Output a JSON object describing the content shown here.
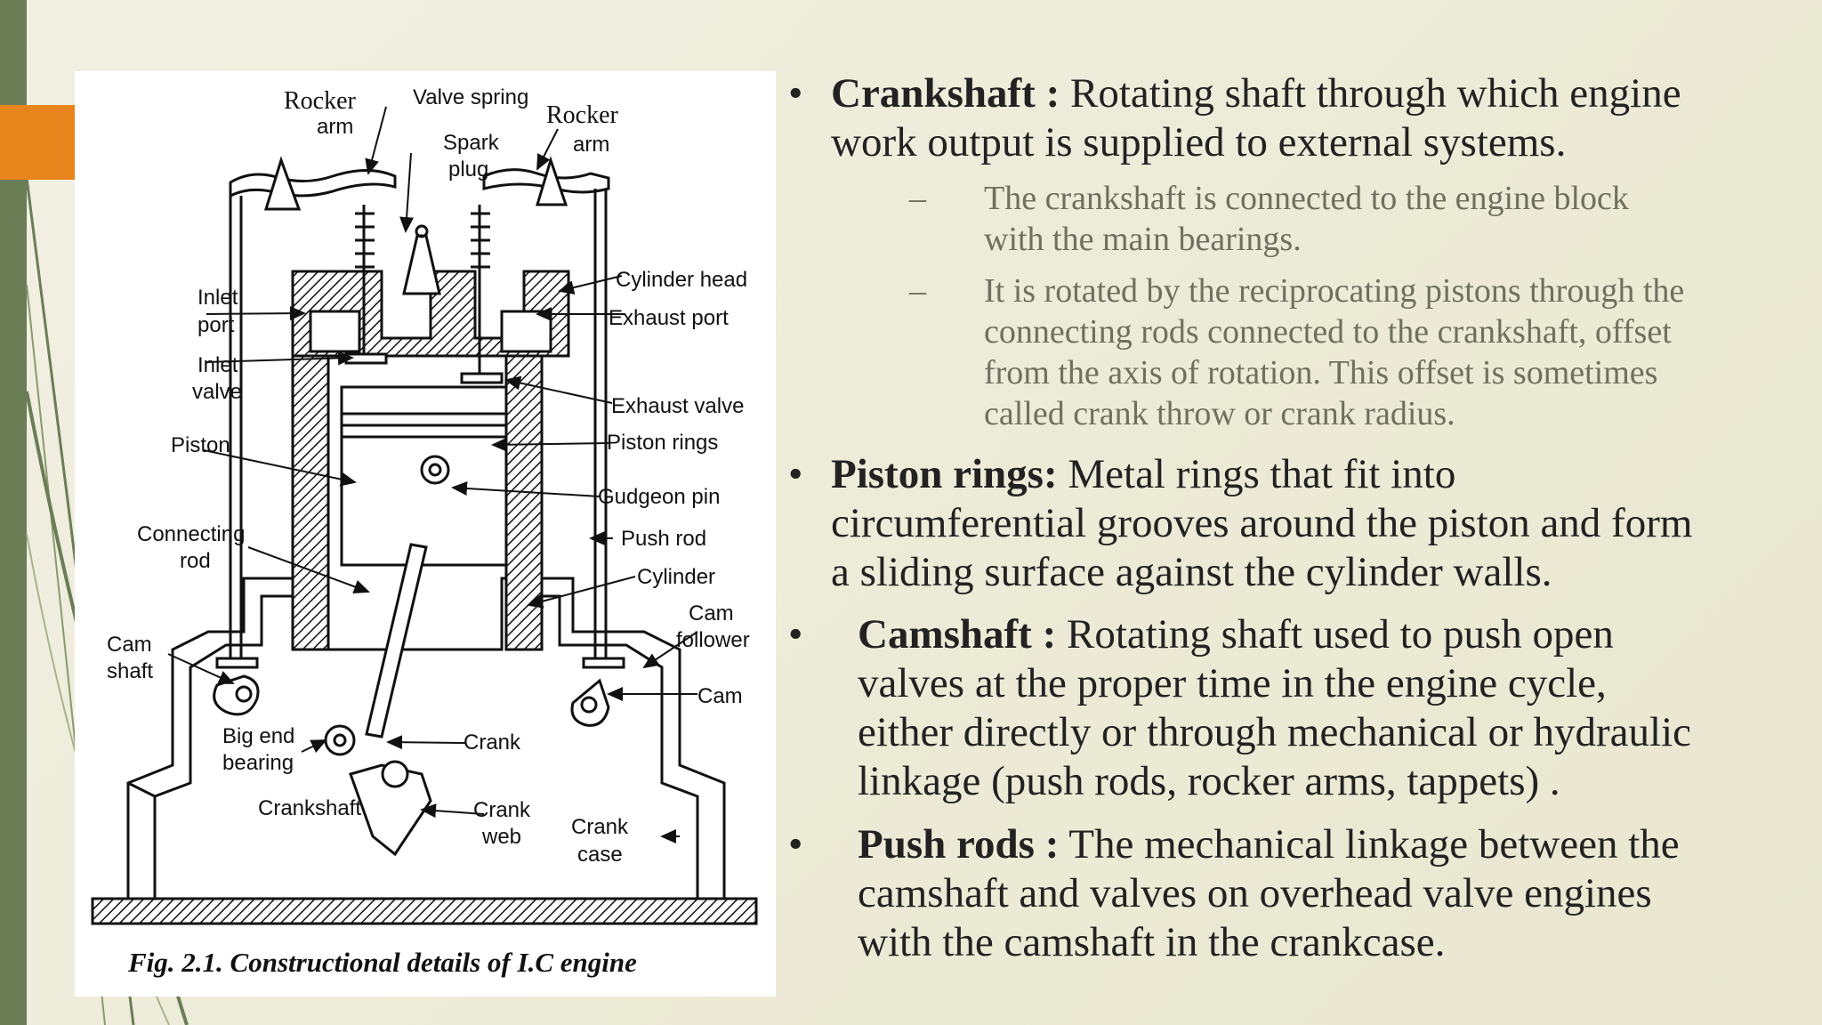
{
  "figure": {
    "caption": "Fig. 2.1. Constructional details of I.C engine",
    "labels": {
      "rocker_arm_left_1": "Rocker",
      "rocker_arm_left_2": "arm",
      "valve_spring": "Valve spring",
      "rocker_arm_right_1": "Rocker",
      "rocker_arm_right_2": "arm",
      "spark_plug_1": "Spark",
      "spark_plug_2": "plug",
      "cylinder_head": "Cylinder head",
      "inlet_port_1": "Inlet",
      "inlet_port_2": "port",
      "exhaust_port": "Exhaust port",
      "inlet_valve_1": "Inlet",
      "inlet_valve_2": "valve",
      "exhaust_valve": "Exhaust valve",
      "piston": "Piston",
      "piston_rings": "Piston rings",
      "gudgeon_pin": "Gudgeon pin",
      "connecting_rod_1": "Connecting",
      "connecting_rod_2": "rod",
      "push_rod": "Push rod",
      "cylinder": "Cylinder",
      "cam_shaft_1": "Cam",
      "cam_shaft_2": "shaft",
      "cam_follower_1": "Cam",
      "cam_follower_2": "follower",
      "cam": "Cam",
      "big_end_bearing_1": "Big end",
      "big_end_bearing_2": "bearing",
      "crank": "Crank",
      "crankshaft": "Crankshaft",
      "crank_web_1": "Crank",
      "crank_web_2": "web",
      "crank_case_1": "Crank",
      "crank_case_2": "case"
    }
  },
  "bullets": [
    {
      "marker": "•",
      "term": "Crankshaft :",
      "lines": [
        " Rotating shaft through which engine",
        "work output is supplied to external systems."
      ],
      "subpoints": [
        {
          "marker": "–",
          "lines": [
            "The crankshaft is connected to the engine block",
            "with the main bearings."
          ]
        },
        {
          "marker": "–",
          "lines": [
            "It is rotated by the reciprocating pistons through the",
            "connecting rods connected to the crankshaft, offset",
            "from the axis of rotation. This offset is sometimes",
            "called crank throw or crank radius."
          ]
        }
      ]
    },
    {
      "marker": "•",
      "term": "Piston rings:",
      "lines": [
        " Metal rings that fit into",
        "circumferential grooves around the piston and form",
        "a sliding surface against the cylinder walls."
      ]
    },
    {
      "marker": "•",
      "term": "Camshaft :",
      "lines": [
        " Rotating shaft used to push open",
        "valves at the proper time in the engine cycle,",
        "either directly or through mechanical or hydraulic",
        "linkage (push rods, rocker arms, tappets) ."
      ]
    },
    {
      "marker": "•",
      "term": "Push rods :",
      "lines": [
        " The mechanical linkage between the",
        "camshaft and valves on overhead valve engines",
        "with the camshaft in the crankcase."
      ]
    }
  ],
  "colors": {
    "left_bar": "#6b7d55",
    "accent": "#e8841c",
    "subtext": "#6e7060"
  }
}
